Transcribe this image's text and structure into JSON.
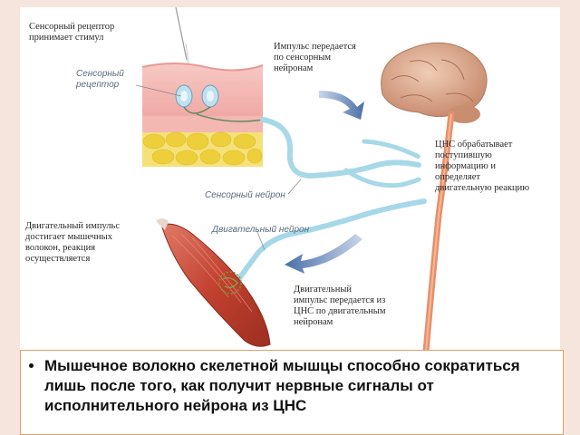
{
  "labels": {
    "receptor_takes_stimulus": "Сенсорный рецептор\nпринимает стимул",
    "sensory_receptor": "Сенсорный\nрецептор",
    "impulse_to_sensory": "Импульс передается\nпо сенсорным\nнейронам",
    "cns_processes": "ЦНС обрабатывает\nпоступившую\nинформацию и\nопределяет\nдвигательную реакцию",
    "sensory_neuron": "Сенсорный нейрон",
    "motor_neuron": "Двигательный нейрон",
    "motor_impulse_reaches": "Двигательный импульс\nдостигает мышечных\nволокон, реакция\nосуществляется",
    "motor_impulse_from_cns": "Двигательный\nимпульс передается из\nЦНС по двигательным\nнейронам"
  },
  "caption": {
    "text": "Мышечное волокно скелетной мышцы способно сократиться лишь после того, как получит нервные сигналы от исполнительного нейрона из ЦНС"
  },
  "colors": {
    "background": "#f6e5dd",
    "skin": "#f2b4b0",
    "fat": "#f0d44a",
    "brain": "#d9a98e",
    "spinal_cord": "#e7906a",
    "nerve": "#a7d8e8",
    "muscle": "#c94a3c",
    "arrow": "#5a7fb0",
    "caption_border": "#e0a06a"
  }
}
